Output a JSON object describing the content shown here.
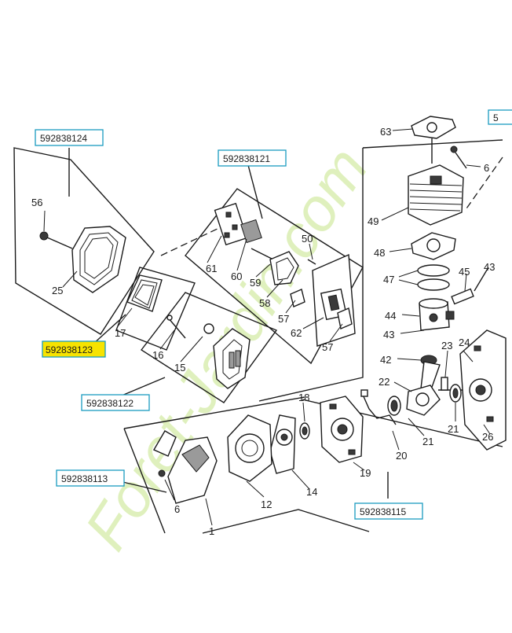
{
  "ref_boxes": [
    {
      "code": "592838124"
    },
    {
      "code": "592838121"
    },
    {
      "code": "592838123",
      "highlighted": true
    },
    {
      "code": "592838122"
    },
    {
      "code": "592838113"
    },
    {
      "code": "592838115"
    }
  ],
  "partial_label": "5",
  "part_numbers": [
    "63",
    "6",
    "49",
    "48",
    "47",
    "45",
    "43",
    "44",
    "43",
    "42",
    "23",
    "24",
    "22",
    "21",
    "26",
    "20",
    "21",
    "18",
    "19",
    "14",
    "12",
    "6",
    "1",
    "56",
    "25",
    "17",
    "16",
    "15",
    "61",
    "60",
    "59",
    "58",
    "57",
    "62",
    "57",
    "50"
  ],
  "watermark": "Foret-Jardin.com",
  "colors": {
    "box_border": "#1a9cc0",
    "highlight": "#f7e300",
    "watermark_green": "#d8ecb0",
    "watermark_brown": "#d9d1c4"
  }
}
